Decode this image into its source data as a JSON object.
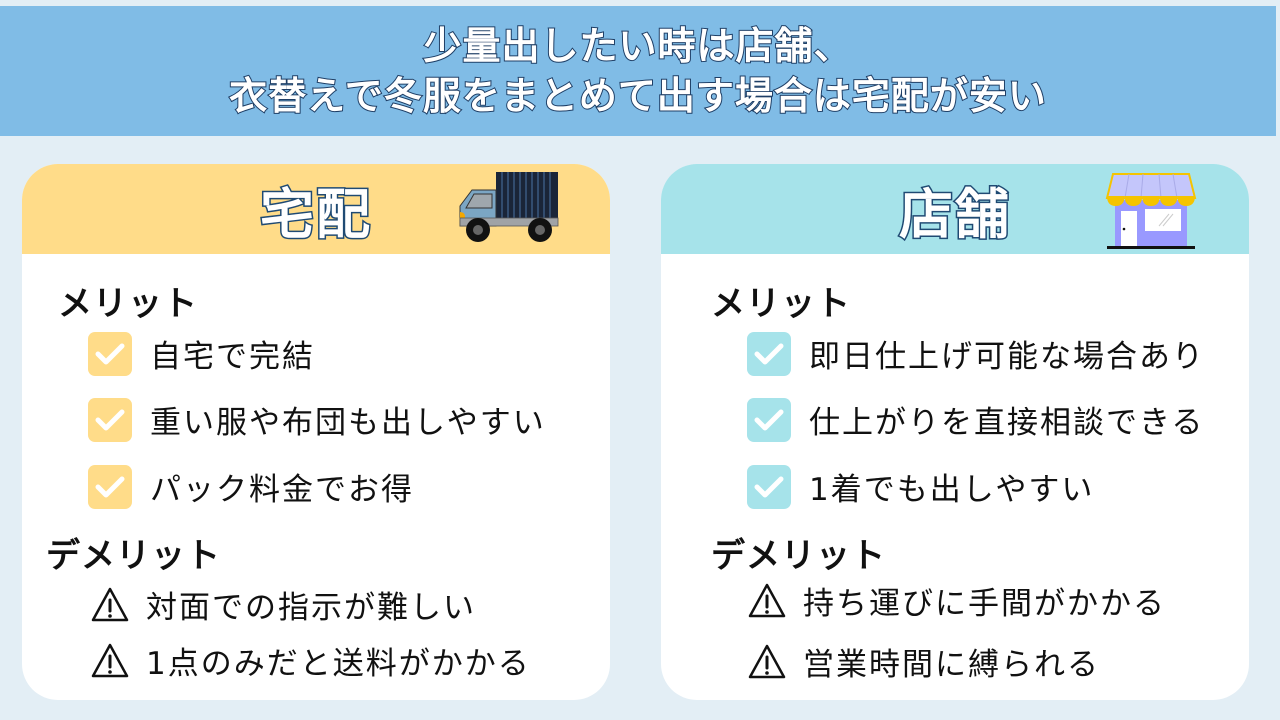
{
  "banner": {
    "line1": "少量出したい時は店舗、",
    "line2": "衣替えで冬服をまとめて出す場合は宅配が安い",
    "color": "#80bce6"
  },
  "panels": {
    "delivery": {
      "title": "宅配",
      "icon": "truck-icon",
      "accent": "#ffdc89",
      "merit_label": "メリット",
      "merits": [
        "自宅で完結",
        "重い服や布団も出しやすい",
        "パック料金でお得"
      ],
      "demerit_label": "デメリット",
      "demerits": [
        "対面での指示が難しい",
        "1点のみだと送料がかかる"
      ]
    },
    "store": {
      "title": "店舗",
      "icon": "storefront-icon",
      "accent": "#a6e3ea",
      "merit_label": "メリット",
      "merits": [
        "即日仕上げ可能な場合あり",
        "仕上がりを直接相談できる",
        "1着でも出しやすい"
      ],
      "demerit_label": "デメリット",
      "demerits": [
        "持ち運びに手間がかかる",
        "営業時間に縛られる"
      ]
    }
  }
}
